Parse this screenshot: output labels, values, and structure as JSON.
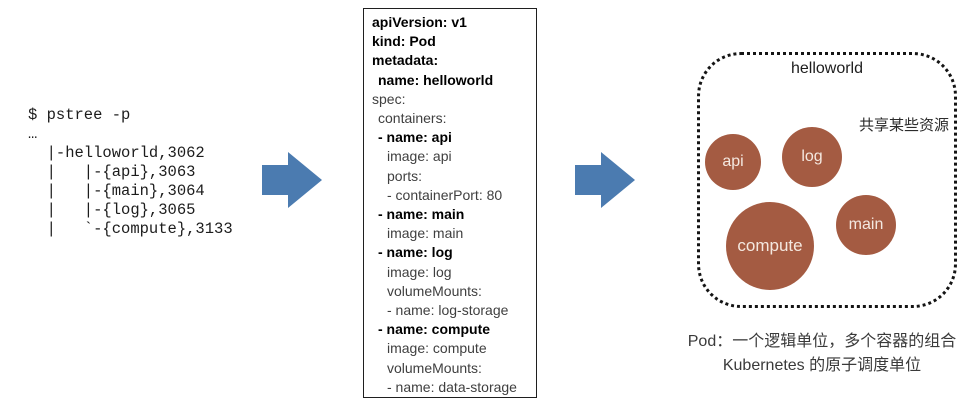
{
  "terminal": {
    "text": "$ pstree -p\n…\n  |-helloworld,3062\n  |   |-{api},3063\n  |   |-{main},3064\n  |   |-{log},3065\n  |   `-{compute},3133"
  },
  "yaml_box": {
    "lines": [
      {
        "text": "apiVersion: v1",
        "bold": true,
        "indent": 0
      },
      {
        "text": "kind: Pod",
        "bold": true,
        "indent": 0
      },
      {
        "text": "metadata:",
        "bold": true,
        "indent": 0
      },
      {
        "text": "name: helloworld",
        "bold": true,
        "indent": 1
      },
      {
        "text": "spec:",
        "bold": false,
        "indent": 0
      },
      {
        "text": "containers:",
        "bold": false,
        "indent": 1
      },
      {
        "text": "- name: api",
        "bold": true,
        "indent": 1
      },
      {
        "text": "image: api",
        "bold": false,
        "indent": 2
      },
      {
        "text": "ports:",
        "bold": false,
        "indent": 2
      },
      {
        "text": "- containerPort: 80",
        "bold": false,
        "indent": 2
      },
      {
        "text": "- name: main",
        "bold": true,
        "indent": 1
      },
      {
        "text": "image: main",
        "bold": false,
        "indent": 2
      },
      {
        "text": "- name: log",
        "bold": true,
        "indent": 1
      },
      {
        "text": "image: log",
        "bold": false,
        "indent": 2
      },
      {
        "text": "volumeMounts:",
        "bold": false,
        "indent": 2
      },
      {
        "text": "- name: log-storage",
        "bold": false,
        "indent": 2
      },
      {
        "text": "- name: compute",
        "bold": true,
        "indent": 1
      },
      {
        "text": "image: compute",
        "bold": false,
        "indent": 2
      },
      {
        "text": "volumeMounts:",
        "bold": false,
        "indent": 2
      },
      {
        "text": "- name: data-storage",
        "bold": false,
        "indent": 2
      }
    ]
  },
  "pod": {
    "title": "helloworld",
    "note": "共享某些资源",
    "containers": [
      {
        "label": "api"
      },
      {
        "label": "log"
      },
      {
        "label": "compute"
      },
      {
        "label": "main"
      }
    ]
  },
  "caption": {
    "line1": "Pod：一个逻辑单位，多个容器的组合",
    "line2": "Kubernetes 的原子调度单位"
  },
  "colors": {
    "arrow": "#4b7bb0",
    "arrow_border": "#3f6b9d",
    "container_circle": "#a45b42",
    "circle_label": "#f4e8e0",
    "yaml_border": "#1f1f1f"
  }
}
